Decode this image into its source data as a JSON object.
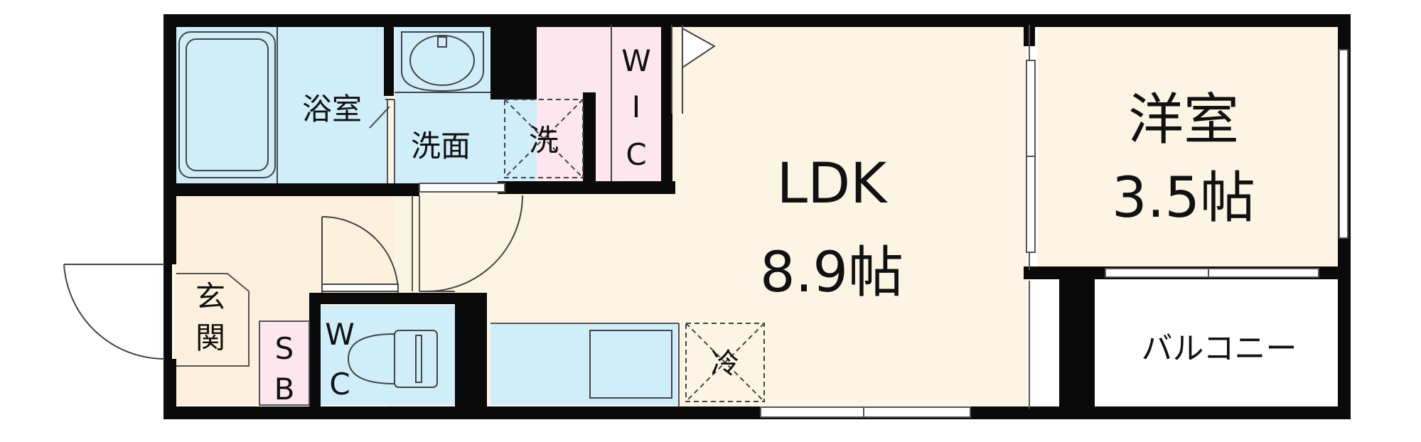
{
  "colors": {
    "wall": "#0a0a0a",
    "floor_wood": "#fdf5e4",
    "wet_area": "#cfeefa",
    "closet": "#fde6ee",
    "hall": "#fdf0dc",
    "window": "#ffffff",
    "line": "#444444"
  },
  "rooms": {
    "ldk_name": "LDK",
    "ldk_size": "8.9帖",
    "western_name": "洋室",
    "western_size": "3.5帖",
    "bathroom": "浴室",
    "washroom": "洗面",
    "washer": "洗",
    "wic_1": "W",
    "wic_2": "I",
    "wic_3": "C",
    "entrance_1": "玄",
    "entrance_2": "関",
    "sb_1": "S",
    "sb_2": "B",
    "wc_1": "W",
    "wc_2": "C",
    "fridge": "冷",
    "balcony": "バルコニー"
  },
  "icons": {
    "bathtub": "bathtub-icon",
    "sink": "sink-icon",
    "toilet": "toilet-icon",
    "kitchen": "kitchen-counter-icon",
    "washer": "washer-space-icon",
    "fridge": "fridge-space-icon"
  }
}
